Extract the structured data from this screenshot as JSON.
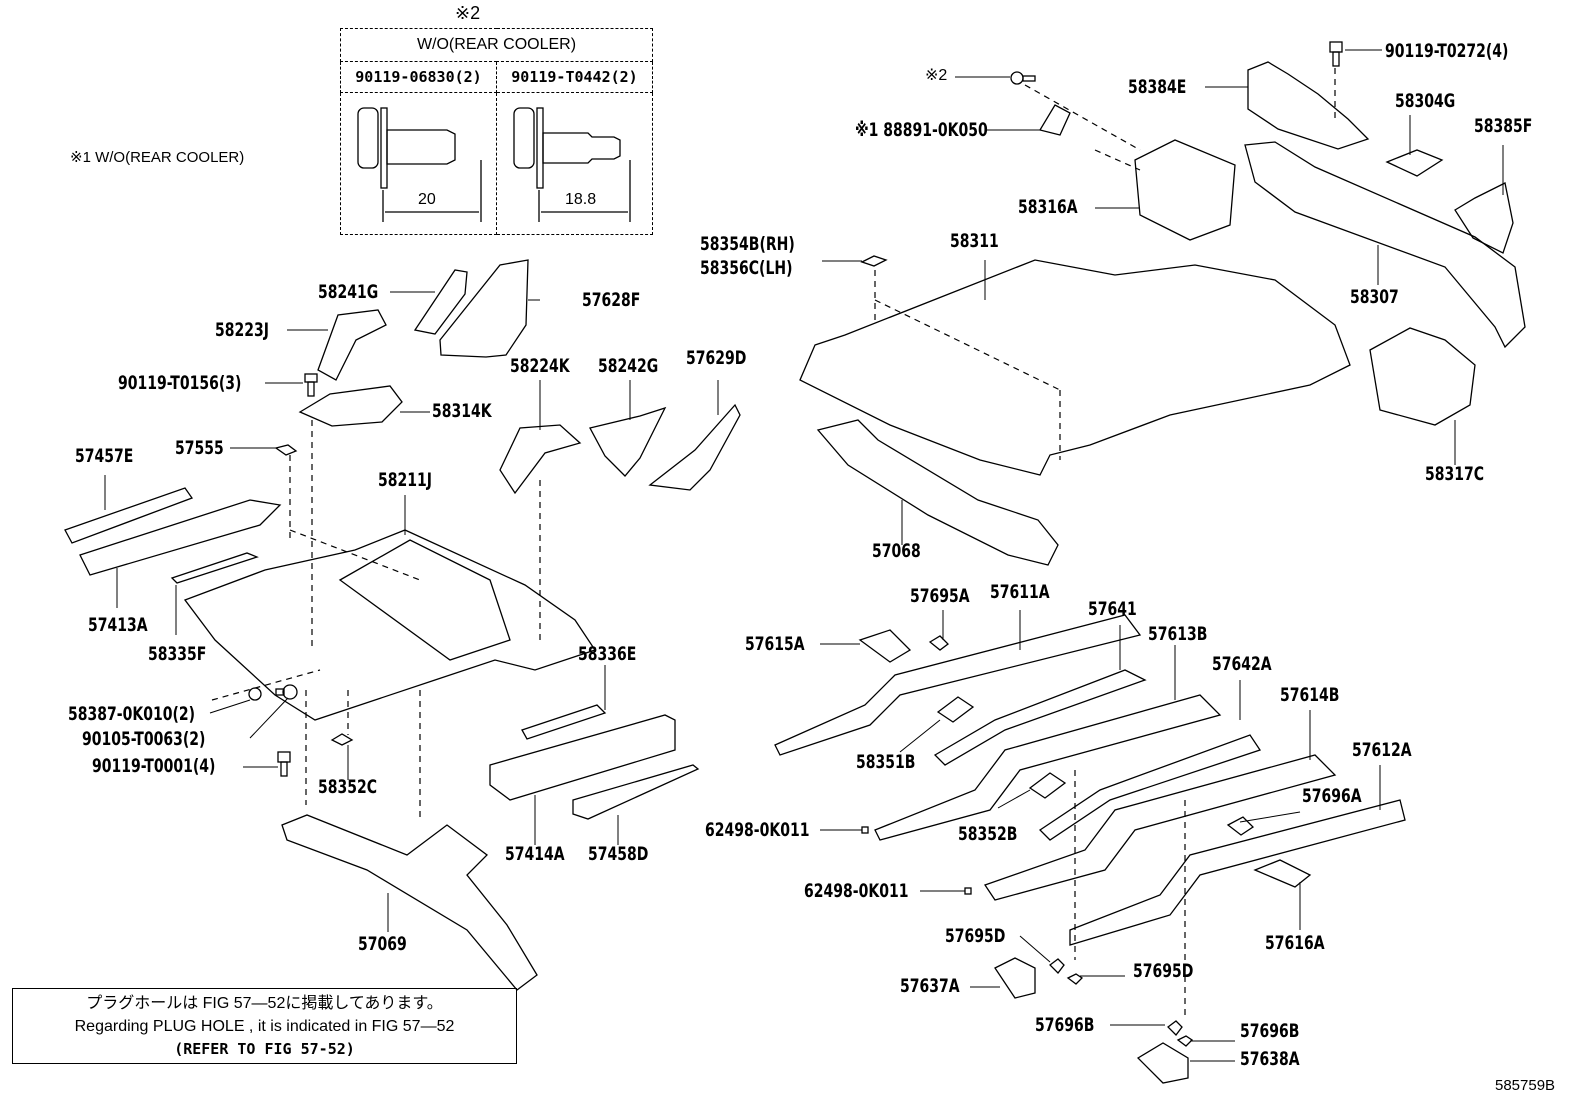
{
  "diagram": {
    "figure_number": "585759B",
    "note_w1": "※1 W/O(REAR COOLER)",
    "bolt_table": {
      "marker": "※2",
      "header": "W/O(REAR COOLER)",
      "columns": [
        {
          "part": "90119-06830(2)",
          "dimension": "20"
        },
        {
          "part": "90119-T0442(2)",
          "dimension": "18.8"
        }
      ]
    },
    "footnote": {
      "japanese": "プラグホールは FIG 57―52に掲載してあります。",
      "english": "Regarding PLUG HOLE , it is indicated in FIG 57―52",
      "refer": "(REFER TO FIG 57-52)"
    },
    "labels": {
      "l58384E": "58384E",
      "lmark2": "※2",
      "l88891": "※1 88891-0K050",
      "l90119T0272": "90119-T0272(4)",
      "l58304G": "58304G",
      "l58385F": "58385F",
      "l58316A": "58316A",
      "l58354B": "58354B(RH)",
      "l58356C": "58356C(LH)",
      "l58311": "58311",
      "l58307": "58307",
      "l58317C": "58317C",
      "l57068": "57068",
      "l58241G": "58241G",
      "l57628F": "57628F",
      "l58223J": "58223J",
      "l90119T0156": "90119-T0156(3)",
      "l58314K": "58314K",
      "l58224K": "58224K",
      "l58242G": "58242G",
      "l57629D": "57629D",
      "l57457E": "57457E",
      "l57555": "57555",
      "l58211J": "58211J",
      "l57413A": "57413A",
      "l58335F": "58335F",
      "l58336E": "58336E",
      "l58387": "58387-0K010(2)",
      "l90105": "90105-T0063(2)",
      "l90119T0001": "90119-T0001(4)",
      "l58352C": "58352C",
      "l57414A": "57414A",
      "l57458D": "57458D",
      "l57069": "57069",
      "l57695A": "57695A",
      "l57611A": "57611A",
      "l57641": "57641",
      "l57613B": "57613B",
      "l57642A": "57642A",
      "l57614B": "57614B",
      "l57612A": "57612A",
      "l57615A": "57615A",
      "l58351B": "58351B",
      "l62498a": "62498-0K011",
      "l58352B": "58352B",
      "l57696A": "57696A",
      "l62498b": "62498-0K011",
      "l57616A": "57616A",
      "l57695D1": "57695D",
      "l57695D2": "57695D",
      "l57637A": "57637A",
      "l57696B1": "57696B",
      "l57696B2": "57696B",
      "l57638A": "57638A"
    }
  }
}
